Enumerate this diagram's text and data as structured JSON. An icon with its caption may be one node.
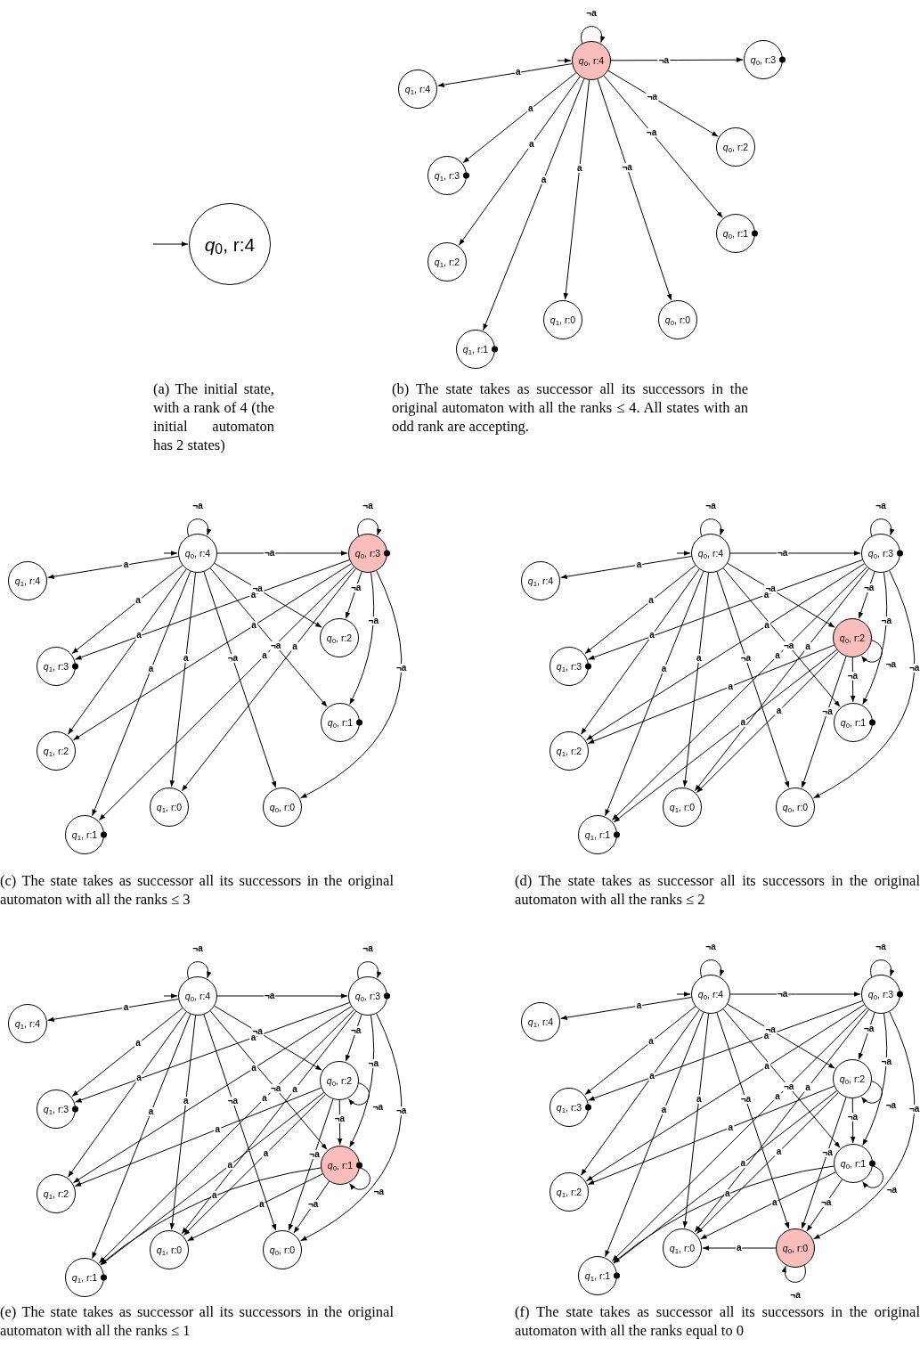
{
  "diagram": {
    "nodes": [
      {
        "text": [
          "*q*$_{0}$, r:4"
        ]
      },
      {
        "text": [
          "*q*$_{0}$, r:4"
        ]
      },
      {
        "text": [
          "*q*$_{1}$, r:4"
        ]
      },
      {
        "text": [
          "*q*$_{0}$, r:3"
        ]
      },
      {
        "text": [
          "*q*$_{1}$, r:3"
        ]
      },
      {
        "text": [
          "*q*$_{0}$, r:2"
        ]
      },
      {
        "text": [
          "*q*$_{1}$, r:2"
        ]
      },
      {
        "text": [
          "*q*$_{0}$, r:1"
        ]
      },
      {
        "text": [
          "*q*$_{1}$, r:1"
        ]
      },
      {
        "text": [
          "*q*$_{1}$, r:0"
        ]
      },
      {
        "text": [
          "*q*$_{0}$, r:0"
        ]
      },
      {
        "text": [
          "*q*$_{0}$, r:4"
        ]
      },
      {
        "text": [
          "*q*$_{1}$, r:4"
        ]
      },
      {
        "text": [
          "*q*$_{0}$, r:3"
        ]
      },
      {
        "text": [
          "*q*$_{1}$, r:3"
        ]
      },
      {
        "text": [
          "*q*$_{0}$, r:2"
        ]
      },
      {
        "text": [
          "*q*$_{1}$, r:2"
        ]
      },
      {
        "text": [
          "*q*$_{0}$, r:1"
        ]
      },
      {
        "text": [
          "*q*$_{1}$, r:1"
        ]
      },
      {
        "text": [
          "*q*$_{1}$, r:0"
        ]
      },
      {
        "text": [
          "*q*$_{0}$, r:0"
        ]
      },
      {
        "text": [
          "*q*$_{0}$, r:4"
        ]
      },
      {
        "text": [
          "*q*$_{1}$, r:4"
        ]
      },
      {
        "text": [
          "*q*$_{0}$, r:3"
        ]
      },
      {
        "text": [
          "*q*$_{1}$, r:3"
        ]
      },
      {
        "text": [
          "*q*$_{0}$, r:2"
        ]
      },
      {
        "text": [
          "*q*$_{1}$, r:2"
        ]
      },
      {
        "text": [
          "*q*$_{0}$, r:1"
        ]
      },
      {
        "text": [
          "*q*$_{1}$, r:1"
        ]
      },
      {
        "text": [
          "*q*$_{1}$, r:0"
        ]
      },
      {
        "text": [
          "*q*$_{0}$, r:0"
        ]
      },
      {
        "text": [
          "*q*$_{0}$, r:4"
        ]
      },
      {
        "text": [
          "*q*$_{1}$, r:4"
        ]
      },
      {
        "text": [
          "*q*$_{0}$, r:3"
        ]
      },
      {
        "text": [
          "*q*$_{1}$, r:3"
        ]
      },
      {
        "text": [
          "*q*$_{0}$, r:2"
        ]
      },
      {
        "text": [
          "*q*$_{1}$, r:2"
        ]
      },
      {
        "text": [
          "*q*$_{0}$, r:1"
        ]
      },
      {
        "text": [
          "*q*$_{1}$, r:1"
        ]
      },
      {
        "text": [
          "*q*$_{1}$, r:0"
        ]
      },
      {
        "text": [
          "*q*$_{0}$, r:0"
        ]
      },
      {
        "text": [
          "*q*$_{0}$, r:4"
        ]
      },
      {
        "text": [
          "*q*$_{1}$, r:4"
        ]
      },
      {
        "text": [
          "*q*$_{0}$, r:3"
        ]
      },
      {
        "text": [
          "*q*$_{1}$, r:3"
        ]
      },
      {
        "text": [
          "*q*$_{0}$, r:2"
        ]
      },
      {
        "text": [
          "*q*$_{1}$, r:2"
        ]
      },
      {
        "text": [
          "*q*$_{0}$, r:1"
        ]
      },
      {
        "text": [
          "*q*$_{1}$, r:1"
        ]
      },
      {
        "text": [
          "*q*$_{1}$, r:0"
        ]
      },
      {
        "text": [
          "*q*$_{0}$, r:0"
        ]
      }
    ],
    "edges": [
      {
        "from": null,
        "to": 0,
        "arrow": "to"
      },
      {
        "from": null,
        "to": 1,
        "arrow": "to"
      },
      {
        "from": 1,
        "to": 1,
        "arrow": "to",
        "label": "¬a"
      },
      {
        "from": 1,
        "to": 3,
        "arrow": "to",
        "label": "¬a"
      },
      {
        "from": 1,
        "to": 2,
        "arrow": "to",
        "label": "a"
      },
      {
        "from": 1,
        "to": 4,
        "arrow": "to",
        "label": "a"
      },
      {
        "from": 1,
        "to": 5,
        "arrow": "to",
        "label": "¬a"
      },
      {
        "from": 1,
        "to": 6,
        "arrow": "to",
        "label": "a"
      },
      {
        "from": 1,
        "to": 7,
        "arrow": "to",
        "label": "¬a"
      },
      {
        "from": 1,
        "to": 8,
        "arrow": "to",
        "label": "a"
      },
      {
        "from": 1,
        "to": 9,
        "arrow": "to",
        "label": "a"
      },
      {
        "from": 1,
        "to": 10,
        "arrow": "to",
        "label": "¬a"
      },
      {
        "from": null,
        "to": 11,
        "arrow": "to"
      },
      {
        "from": 11,
        "to": 11,
        "arrow": "to",
        "label": "¬a"
      },
      {
        "from": 11,
        "to": 13,
        "arrow": "to",
        "label": "¬a"
      },
      {
        "from": 11,
        "to": 12,
        "arrow": "to",
        "label": "a"
      },
      {
        "from": 11,
        "to": 14,
        "arrow": "to",
        "label": "a"
      },
      {
        "from": 11,
        "to": 15,
        "arrow": "to",
        "label": "¬a"
      },
      {
        "from": 11,
        "to": 16,
        "arrow": "to",
        "label": "a"
      },
      {
        "from": 11,
        "to": 17,
        "arrow": "to",
        "label": "¬a"
      },
      {
        "from": 11,
        "to": 18,
        "arrow": "to",
        "label": "a"
      },
      {
        "from": 11,
        "to": 19,
        "arrow": "to",
        "label": "a"
      },
      {
        "from": 11,
        "to": 20,
        "arrow": "to",
        "label": "¬a"
      },
      {
        "from": 13,
        "to": 13,
        "arrow": "to",
        "label": "¬a"
      },
      {
        "from": 13,
        "to": 15,
        "arrow": "to",
        "label": "¬a"
      },
      {
        "from": 13,
        "to": 17,
        "arrow": "to",
        "label": "¬a"
      },
      {
        "from": 13,
        "to": 20,
        "arrow": "to",
        "label": "¬a"
      },
      {
        "from": 13,
        "to": 14,
        "arrow": "to",
        "label": "a"
      },
      {
        "from": 13,
        "to": 16,
        "arrow": "to",
        "label": "a"
      },
      {
        "from": 13,
        "to": 18,
        "arrow": "to",
        "label": "a"
      },
      {
        "from": 13,
        "to": 19,
        "arrow": "to",
        "label": "a"
      },
      {
        "from": null,
        "to": 21,
        "arrow": "to"
      },
      {
        "from": 21,
        "to": 21,
        "arrow": "to",
        "label": "¬a"
      },
      {
        "from": 21,
        "to": 23,
        "arrow": "to",
        "label": "¬a"
      },
      {
        "from": 21,
        "to": 22,
        "arrow": "to",
        "label": "a"
      },
      {
        "from": 21,
        "to": 24,
        "arrow": "to",
        "label": "a"
      },
      {
        "from": 21,
        "to": 25,
        "arrow": "to",
        "label": "¬a"
      },
      {
        "from": 21,
        "to": 26,
        "arrow": "to",
        "label": "a"
      },
      {
        "from": 21,
        "to": 27,
        "arrow": "to",
        "label": "¬a"
      },
      {
        "from": 21,
        "to": 28,
        "arrow": "to",
        "label": "a"
      },
      {
        "from": 21,
        "to": 29,
        "arrow": "to",
        "label": "a"
      },
      {
        "from": 21,
        "to": 30,
        "arrow": "to",
        "label": "¬a"
      },
      {
        "from": 23,
        "to": 23,
        "arrow": "to",
        "label": "¬a"
      },
      {
        "from": 23,
        "to": 25,
        "arrow": "to",
        "label": "¬a"
      },
      {
        "from": 23,
        "to": 27,
        "arrow": "to",
        "label": "¬a"
      },
      {
        "from": 23,
        "to": 30,
        "arrow": "to",
        "label": "¬a"
      },
      {
        "from": 23,
        "to": 24,
        "arrow": "to",
        "label": "a"
      },
      {
        "from": 23,
        "to": 26,
        "arrow": "to",
        "label": "a"
      },
      {
        "from": 23,
        "to": 28,
        "arrow": "to",
        "label": "a"
      },
      {
        "from": 23,
        "to": 29,
        "arrow": "to",
        "label": "a"
      },
      {
        "from": 25,
        "to": 25,
        "arrow": "to",
        "label": "¬a"
      },
      {
        "from": 25,
        "to": 27,
        "arrow": "to",
        "label": "¬a"
      },
      {
        "from": 25,
        "to": 30,
        "arrow": "to",
        "label": "¬a"
      },
      {
        "from": 25,
        "to": 26,
        "arrow": "to",
        "label": "a"
      },
      {
        "from": 25,
        "to": 28,
        "arrow": "to",
        "label": "a"
      },
      {
        "from": 25,
        "to": 29,
        "arrow": "to",
        "label": "a"
      },
      {
        "from": null,
        "to": 31,
        "arrow": "to"
      },
      {
        "from": 31,
        "to": 31,
        "arrow": "to",
        "label": "¬a"
      },
      {
        "from": 31,
        "to": 33,
        "arrow": "to",
        "label": "¬a"
      },
      {
        "from": 31,
        "to": 32,
        "arrow": "to",
        "label": "a"
      },
      {
        "from": 31,
        "to": 34,
        "arrow": "to",
        "label": "a"
      },
      {
        "from": 31,
        "to": 35,
        "arrow": "to",
        "label": "¬a"
      },
      {
        "from": 31,
        "to": 36,
        "arrow": "to",
        "label": "a"
      },
      {
        "from": 31,
        "to": 37,
        "arrow": "to",
        "label": "¬a"
      },
      {
        "from": 31,
        "to": 38,
        "arrow": "to",
        "label": "a"
      },
      {
        "from": 31,
        "to": 39,
        "arrow": "to",
        "label": "a"
      },
      {
        "from": 31,
        "to": 40,
        "arrow": "to",
        "label": "¬a"
      },
      {
        "from": 33,
        "to": 33,
        "arrow": "to",
        "label": "¬a"
      },
      {
        "from": 33,
        "to": 35,
        "arrow": "to",
        "label": "¬a"
      },
      {
        "from": 33,
        "to": 37,
        "arrow": "to",
        "label": "¬a"
      },
      {
        "from": 33,
        "to": 40,
        "arrow": "to",
        "label": "¬a"
      },
      {
        "from": 33,
        "to": 34,
        "arrow": "to",
        "label": "a"
      },
      {
        "from": 33,
        "to": 36,
        "arrow": "to",
        "label": "a"
      },
      {
        "from": 33,
        "to": 38,
        "arrow": "to",
        "label": "a"
      },
      {
        "from": 33,
        "to": 39,
        "arrow": "to",
        "label": "a"
      },
      {
        "from": 35,
        "to": 35,
        "arrow": "to",
        "label": "¬a"
      },
      {
        "from": 35,
        "to": 37,
        "arrow": "to",
        "label": "¬a"
      },
      {
        "from": 35,
        "to": 40,
        "arrow": "to",
        "label": "¬a"
      },
      {
        "from": 35,
        "to": 36,
        "arrow": "to",
        "label": "a"
      },
      {
        "from": 35,
        "to": 38,
        "arrow": "to",
        "label": "a"
      },
      {
        "from": 35,
        "to": 39,
        "arrow": "to",
        "label": "a"
      },
      {
        "from": 37,
        "to": 37,
        "arrow": "to",
        "label": "¬a"
      },
      {
        "from": 37,
        "to": 40,
        "arrow": "to",
        "label": "¬a"
      },
      {
        "from": 37,
        "to": 38,
        "arrow": "to",
        "label": "a"
      },
      {
        "from": 37,
        "to": 39,
        "arrow": "to",
        "label": "a"
      },
      {
        "from": null,
        "to": 41,
        "arrow": "to"
      },
      {
        "from": 41,
        "to": 41,
        "arrow": "to",
        "label": "¬a"
      },
      {
        "from": 41,
        "to": 43,
        "arrow": "to",
        "label": "¬a"
      },
      {
        "from": 41,
        "to": 42,
        "arrow": "to",
        "label": "a"
      },
      {
        "from": 41,
        "to": 44,
        "arrow": "to",
        "label": "a"
      },
      {
        "from": 41,
        "to": 45,
        "arrow": "to",
        "label": "¬a"
      },
      {
        "from": 41,
        "to": 46,
        "arrow": "to",
        "label": "a"
      },
      {
        "from": 41,
        "to": 47,
        "arrow": "to",
        "label": "¬a"
      },
      {
        "from": 41,
        "to": 48,
        "arrow": "to",
        "label": "a"
      },
      {
        "from": 41,
        "to": 49,
        "arrow": "to",
        "label": "a"
      },
      {
        "from": 41,
        "to": 50,
        "arrow": "to",
        "label": "¬a"
      },
      {
        "from": 43,
        "to": 43,
        "arrow": "to",
        "label": "¬a"
      },
      {
        "from": 43,
        "to": 45,
        "arrow": "to",
        "label": "¬a"
      },
      {
        "from": 43,
        "to": 47,
        "arrow": "to",
        "label": "¬a"
      },
      {
        "from": 43,
        "to": 50,
        "arrow": "to",
        "label": "¬a"
      },
      {
        "from": 43,
        "to": 44,
        "arrow": "to",
        "label": "a"
      },
      {
        "from": 43,
        "to": 46,
        "arrow": "to",
        "label": "a"
      },
      {
        "from": 43,
        "to": 48,
        "arrow": "to",
        "label": "a"
      },
      {
        "from": 43,
        "to": 49,
        "arrow": "to",
        "label": "a"
      },
      {
        "from": 45,
        "to": 45,
        "arrow": "to",
        "label": "¬a"
      },
      {
        "from": 45,
        "to": 47,
        "arrow": "to",
        "label": "¬a"
      },
      {
        "from": 45,
        "to": 50,
        "arrow": "to",
        "label": "¬a"
      },
      {
        "from": 45,
        "to": 46,
        "arrow": "to",
        "label": "a"
      },
      {
        "from": 45,
        "to": 48,
        "arrow": "to",
        "label": "a"
      },
      {
        "from": 45,
        "to": 49,
        "arrow": "to",
        "label": "a"
      },
      {
        "from": 47,
        "to": 47,
        "arrow": "to",
        "label": "¬a"
      },
      {
        "from": 47,
        "to": 50,
        "arrow": "to",
        "label": "¬a"
      },
      {
        "from": 47,
        "to": 48,
        "arrow": "to",
        "label": "a"
      },
      {
        "from": 47,
        "to": 49,
        "arrow": "to",
        "label": "a"
      },
      {
        "from": 50,
        "to": 50,
        "arrow": "to",
        "label": "¬a"
      },
      {
        "from": 50,
        "to": 49,
        "arrow": "to",
        "label": "a"
      }
    ],
    "labels": [
      "(a) The initial state, with a rank of 4 (the initial automaton has 2 states)",
      "(b) The state takes as successor all its successors in the original automaton with all the ranks ≤ 4. All states with an odd rank are accepting.",
      "(c) The state takes as successor all its successors in the original automaton with all the ranks ≤ 3",
      "(d) The state takes as successor all its successors in the original automaton with all the ranks ≤ 2",
      "(e) The state takes as successor all its successors in the original automaton with all the ranks ≤ 1",
      "(f) The state takes as successor all its successors in the original automaton with all the ranks equal to 0"
    ]
  }
}
